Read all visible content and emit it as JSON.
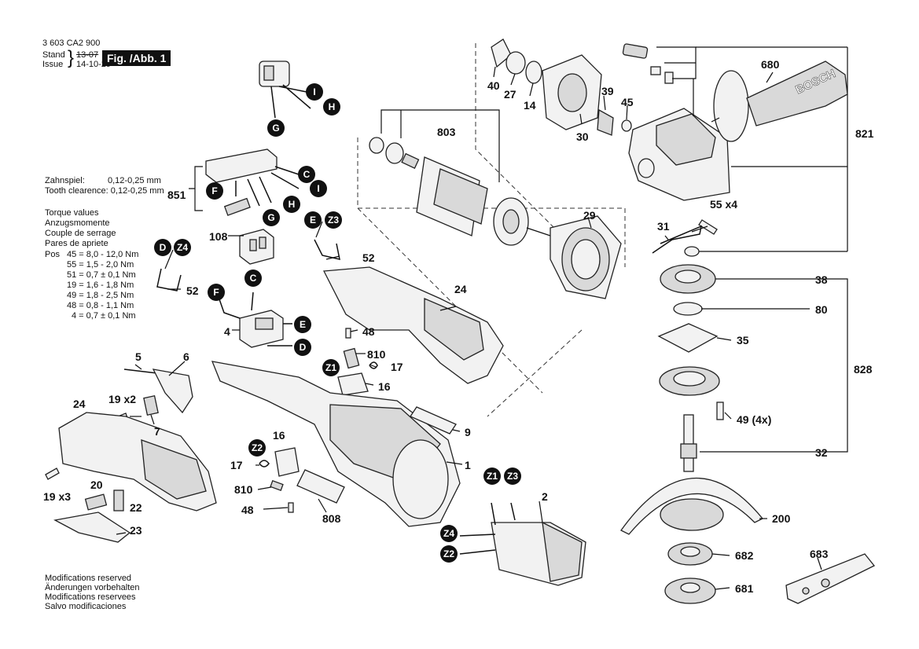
{
  "header": {
    "doc_number": "3 603 CA2 900",
    "stand_label": "Stand",
    "issue_label": "Issue",
    "stand_value": "13-07",
    "issue_value": "14-10-29",
    "fig_label": "Fig. /Abb. 1"
  },
  "specs": {
    "clearance_de_label": "Zahnspiel:",
    "clearance_de_value": "0,12-0,25 mm",
    "clearance_en": "Tooth clearence: 0,12-0,25 mm",
    "torque_titles": [
      "Torque values",
      "Anzugsmomente",
      "Couple de serrage",
      "Pares de apriete"
    ],
    "torque_pos_label": "Pos",
    "torque_rows": [
      "45 = 8,0 - 12,0 Nm",
      "55 = 1,5 - 2,0 Nm",
      "51 = 0,7 ± 0,1 Nm",
      "19 = 1,6 - 1,8 Nm",
      "49 = 1,8 - 2,5 Nm",
      "48 = 0,8 - 1,1 Nm",
      "4 = 0,7 ± 0,1 Nm"
    ]
  },
  "footer": {
    "lines": [
      "Modifications reserved",
      "Änderungen vorbehalten",
      "Modifications reservees",
      "Salvo modificaciones"
    ]
  },
  "brand": {
    "logo_text": "BOSCH"
  },
  "colors": {
    "ink": "#111111",
    "marker_fill": "#111111",
    "marker_text": "#ffffff"
  },
  "part_labels": {
    "p40": "40",
    "p27": "27",
    "p14": "14",
    "p39": "39",
    "p45": "45",
    "p30": "30",
    "p680": "680",
    "p821": "821",
    "p803": "803",
    "p29": "29",
    "p55": "55 x4",
    "p31": "31",
    "p851": "851",
    "p108": "108",
    "p52a": "52",
    "p52b": "52",
    "p24a": "24",
    "p48a": "48",
    "p810a": "810",
    "p17a": "17",
    "p16a": "16",
    "p4": "4",
    "p5": "5",
    "p6": "6",
    "p19a": "19 x2",
    "p7": "7",
    "p24b": "24",
    "p9": "9",
    "p1": "1",
    "p19b": "19 x3",
    "p20": "20",
    "p22": "22",
    "p23": "23",
    "p16b": "16",
    "p17b": "17",
    "p810b": "810",
    "p48b": "48",
    "p808": "808",
    "p2": "2",
    "p38": "38",
    "p80": "80",
    "p35": "35",
    "p828": "828",
    "p49": "49 (4x)",
    "p32": "32",
    "p200": "200",
    "p682": "682",
    "p681": "681",
    "p683": "683"
  },
  "markers": {
    "I1": "I",
    "H1": "H",
    "G1": "G",
    "C1": "C",
    "F1": "F",
    "I2": "I",
    "G2": "G",
    "H2": "H",
    "E1": "E",
    "Z3a": "Z3",
    "D1": "D",
    "Z4a": "Z4",
    "C2": "C",
    "F2": "F",
    "E2": "E",
    "D2": "D",
    "Z1a": "Z1",
    "Z2a": "Z2",
    "Z1b": "Z1",
    "Z3b": "Z3",
    "Z4b": "Z4",
    "Z2b": "Z2"
  }
}
